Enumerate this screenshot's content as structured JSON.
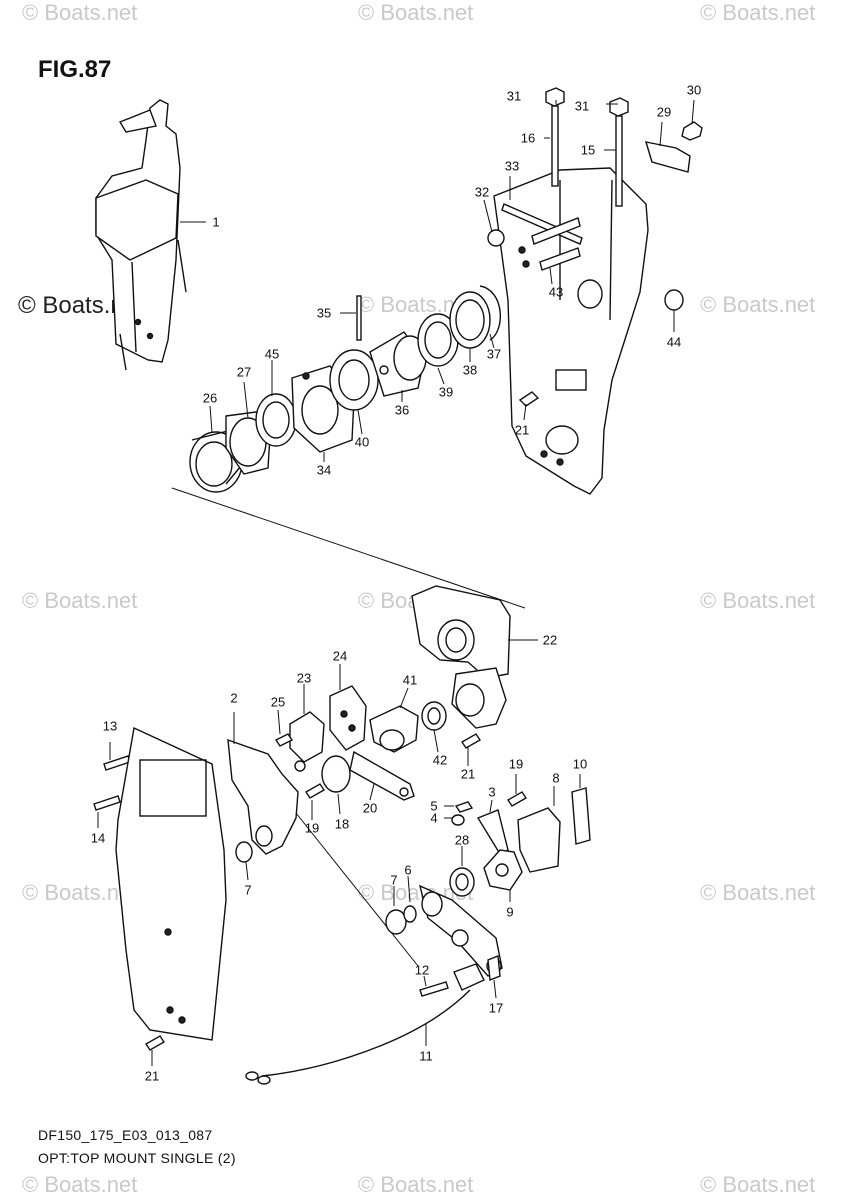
{
  "figure_title": "FIG.87",
  "footer": {
    "code": "DF150_175_E03_013_087",
    "description": "OPT:TOP MOUNT SINGLE (2)"
  },
  "watermark": "© Boats.net",
  "callouts": {
    "p1": "1",
    "p2": "2",
    "p3": "3",
    "p4": "4",
    "p5": "5",
    "p6": "6",
    "p7a": "7",
    "p7b": "7",
    "p8": "8",
    "p9": "9",
    "p10": "10",
    "p11": "11",
    "p12": "12",
    "p13": "13",
    "p14": "14",
    "p15": "15",
    "p16": "16",
    "p17": "17",
    "p18": "18",
    "p19a": "19",
    "p19b": "19",
    "p20": "20",
    "p21a": "21",
    "p21b": "21",
    "p21c": "21",
    "p22": "22",
    "p23": "23",
    "p24": "24",
    "p25": "25",
    "p26": "26",
    "p27": "27",
    "p28": "28",
    "p29": "29",
    "p30": "30",
    "p31a": "31",
    "p31b": "31",
    "p32": "32",
    "p33": "33",
    "p34": "34",
    "p35": "35",
    "p36": "36",
    "p37": "37",
    "p38": "38",
    "p39": "39",
    "p40": "40",
    "p41": "41",
    "p42": "42",
    "p43": "43",
    "p44": "44",
    "p45": "45"
  }
}
